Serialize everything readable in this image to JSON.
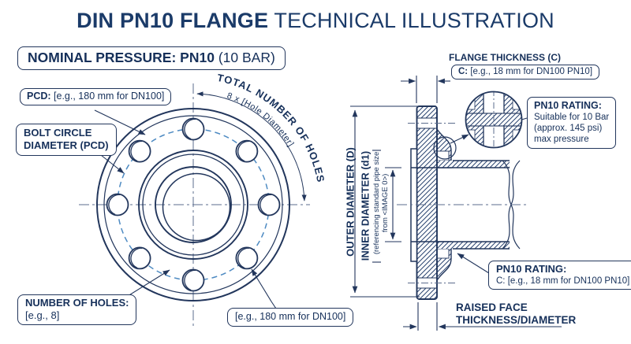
{
  "title": {
    "bold": "DIN PN10 FLANGE",
    "regular": " TECHNICAL ILLUSTRATION"
  },
  "subtitle": {
    "bold": "NOMINAL PRESSURE: PN10",
    "regular": " (10 BAR)"
  },
  "front_view": {
    "pcd_example": {
      "bold": "PCD:",
      "text": " [e.g., 180 mm for DN100]"
    },
    "bolt_circle_label": {
      "line1": "BOLT CIRCLE",
      "line2": "DIAMETER (PCD)"
    },
    "num_holes_label": {
      "line1": "NUMBER OF HOLES:",
      "line2": "[e.g., 8]"
    },
    "pcd_value": "[e.g., 180 mm for DN100]",
    "holes_arc_title": "TOTAL NUMBER OF HOLES",
    "holes_arc_sub": "8 x [Hole Diameter]",
    "bolt_hole_count": "8"
  },
  "side_view": {
    "flange_thickness_label": "FLANGE THICKNESS (C)",
    "c_value": {
      "bold": "C:",
      "text": " [e.g., 18 mm for DN100 PN10]"
    },
    "pn10_rating_top": {
      "title": "PN10 RATING:",
      "line1": "Suitable for 10 Bar",
      "line2": "(approx. 145 psi)",
      "line3": "max pressure"
    },
    "pn10_rating_bottom": {
      "title": "PN10 RATING:",
      "value": "C: [e.g., 18 mm for DN100 PN10]"
    },
    "outer_diameter_label": "OUTER DIAMETER (D)",
    "inner_diameter_label": "INNER DIAMETER (d1)",
    "inner_diameter_note": {
      "line1": "(referencing standard pipe size",
      "line2": "from <IMAGE 0>)"
    },
    "raised_face_label": {
      "line1": "RAISED FACE",
      "line2": "THICKNESS/DIAMETER"
    }
  },
  "colors": {
    "line": "#22365c",
    "text": "#16305a",
    "title": "#1b3b69",
    "bolt_circle_dash": "#4d8ac2",
    "centerline": "#5b6c8c",
    "background": "#ffffff"
  }
}
